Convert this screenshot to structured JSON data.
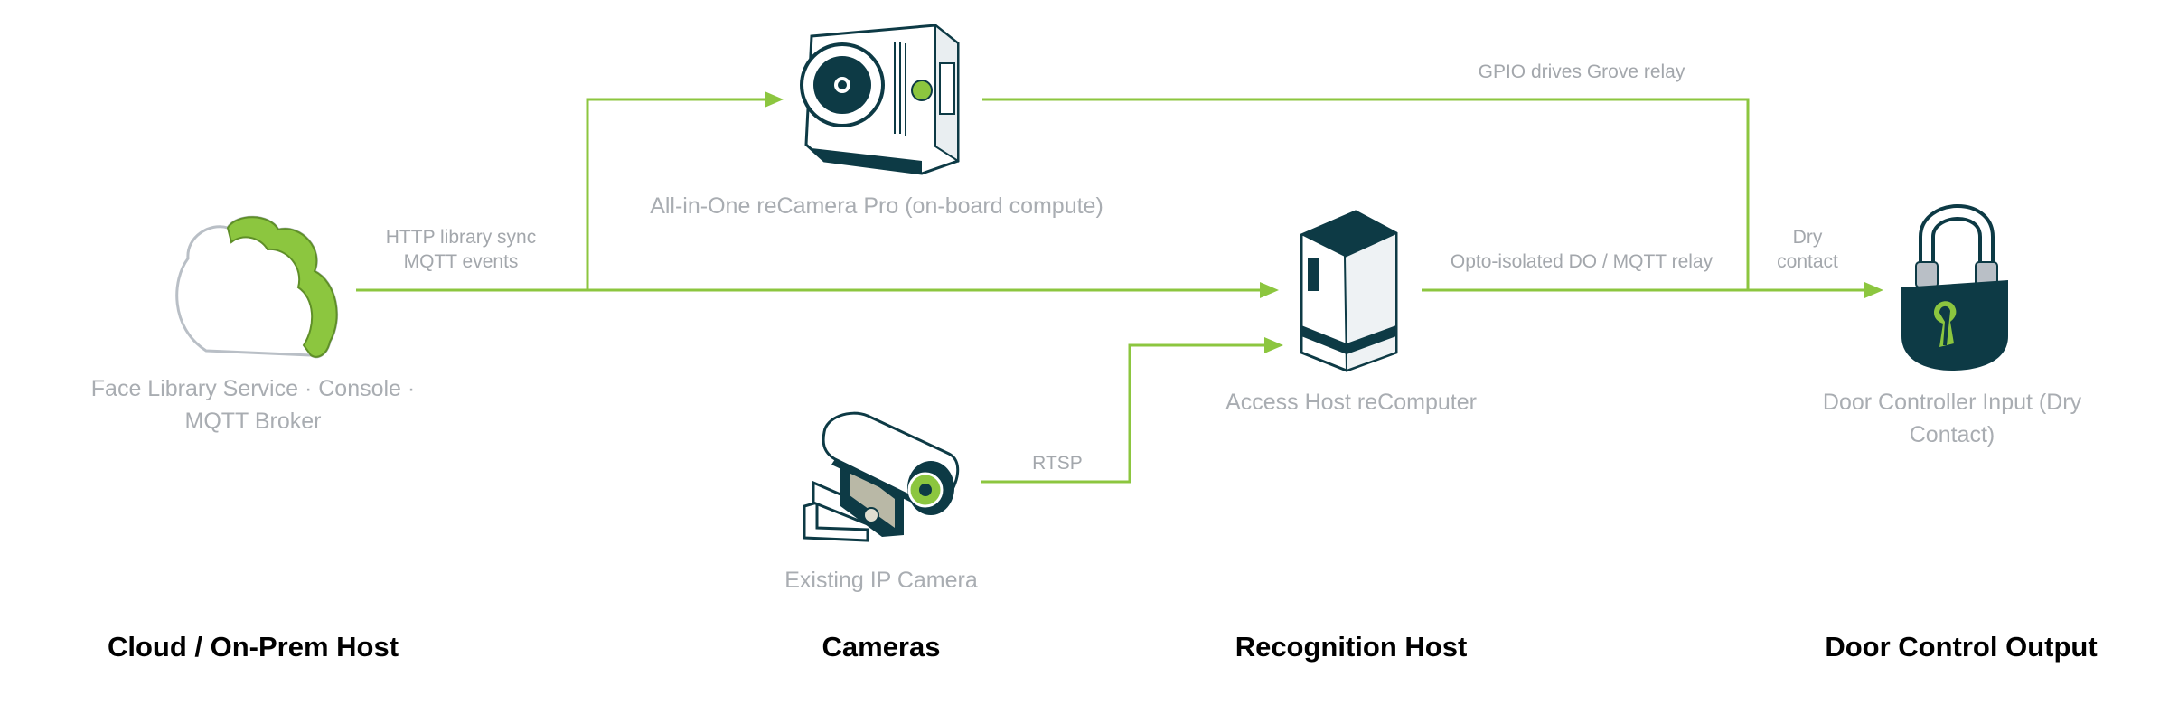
{
  "colors": {
    "connector": "#8cc63f",
    "device_dark": "#0d3a45",
    "accent_green": "#8cc63f",
    "label_gray": "#a9adb2",
    "column_title": "#000000"
  },
  "nodes": {
    "cloud": {
      "label": "Face Library Service · Console · MQTT Broker",
      "icon": "cloud-icon"
    },
    "recamera": {
      "label": "All-in-One reCamera Pro (on-board compute)",
      "icon": "camera-module-icon"
    },
    "recomputer": {
      "label": "Access Host reComputer",
      "icon": "edge-computer-icon"
    },
    "ip_camera": {
      "label": "Existing IP Camera",
      "icon": "cctv-camera-icon"
    },
    "door": {
      "label": "Door Controller Input (Dry Contact)",
      "icon": "padlock-icon"
    }
  },
  "edges": {
    "cloud_out": {
      "line1": "HTTP library sync",
      "line2": "MQTT events"
    },
    "gpio": "GPIO drives Grove relay",
    "opto": "Opto-isolated DO / MQTT relay",
    "dry": {
      "line1": "Dry",
      "line2": "contact"
    },
    "rtsp": "RTSP"
  },
  "columns": [
    "Cloud / On-Prem Host",
    "Cameras",
    "Recognition Host",
    "Door Control Output"
  ]
}
